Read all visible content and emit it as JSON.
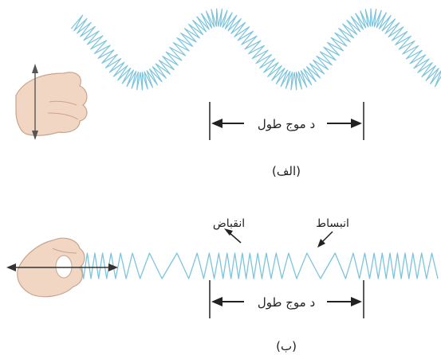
{
  "colors": {
    "spring": "#7cc4dd",
    "spring_dark": "#4fa3c4",
    "ink": "#222222",
    "hand": "#f2d6c4",
    "hand_edge": "#c9a48e"
  },
  "panel_a": {
    "wavelength_label": "د موج طول",
    "caption": "(الف)"
  },
  "panel_b": {
    "compression_label": "انقباض",
    "rarefaction_label": "انبساط",
    "wavelength_label": "د موج طول",
    "caption": "(ب)"
  }
}
